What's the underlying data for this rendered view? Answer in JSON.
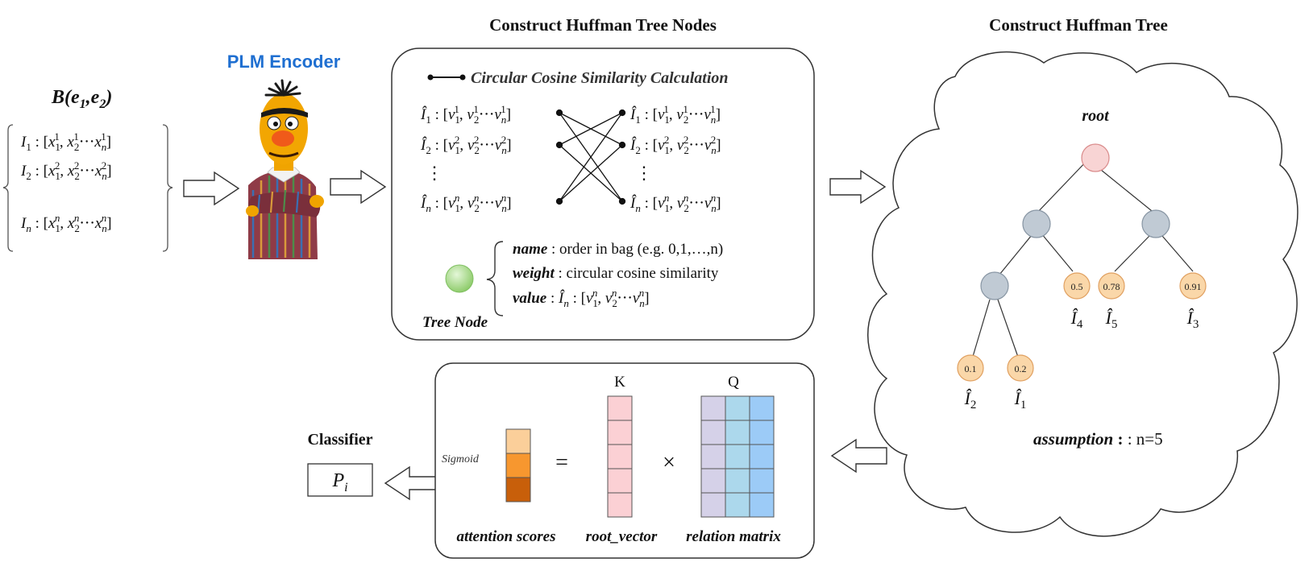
{
  "headings": {
    "nodes": "Construct Huffman Tree Nodes",
    "tree": "Construct Huffman Tree",
    "encoder": "PLM Encoder",
    "classifier": "Classifier"
  },
  "bag": {
    "title_base": "B(e",
    "title_sub1": "1",
    "title_mid": ",e",
    "title_sub2": "2",
    "title_end": ")",
    "rows": [
      {
        "name": "I",
        "idx": "1",
        "sep": " : [",
        "x": "x",
        "sup": "1",
        "tail": "⋅⋅⋅"
      },
      {
        "name": "I",
        "idx": "2",
        "sep": " : [",
        "x": "x",
        "sup": "2",
        "tail": "⋅⋅⋅"
      },
      {
        "name": "I",
        "idx": "n",
        "sep": " : [",
        "x": "x",
        "sup": "n",
        "tail": "⋅⋅⋅"
      }
    ]
  },
  "similarity": {
    "legend": "Circular Cosine Similarity Calculation",
    "left_rows": [
      {
        "idx": "1",
        "sup": "1"
      },
      {
        "idx": "2",
        "sup": "2"
      },
      {
        "idx": "n",
        "sup": "n"
      }
    ],
    "right_rows": [
      {
        "idx": "1",
        "sup": "1"
      },
      {
        "idx": "2",
        "sup": "2"
      },
      {
        "idx": "n",
        "sup": "n"
      }
    ],
    "vdots": "⋮"
  },
  "tree_node": {
    "caption": "Tree Node",
    "name_key": "name",
    "name_val": " : order in bag (e.g. 0,1,…,n)",
    "weight_key": "weight",
    "weight_val": " : circular cosine similarity",
    "value_key": "value",
    "value_idx": "n",
    "value_sup": "n"
  },
  "huffman": {
    "root": "root",
    "leaves": [
      {
        "value": "0.5",
        "idx": "4"
      },
      {
        "value": "0.78",
        "idx": "5"
      },
      {
        "value": "0.91",
        "idx": "3"
      },
      {
        "value": "0.1",
        "idx": "2"
      },
      {
        "value": "0.2",
        "idx": "1"
      }
    ],
    "assumption_key": "assumption",
    "assumption_val": " : n=5"
  },
  "attention": {
    "k_label": "K",
    "q_label": "Q",
    "equals": "=",
    "times": "×",
    "sigmoid": "Sigmoid",
    "captions": [
      "attention scores",
      "root_vector",
      "relation matrix"
    ]
  },
  "classifier": {
    "output": "P",
    "output_sub": "i"
  },
  "colors": {
    "encoder_blue": "#1f6fd1",
    "leaf_fill": "#fad7a9",
    "leaf_stroke": "#e0a060",
    "inner_fill": "#c0cad4",
    "root_fill": "#f8d4d4",
    "green_node": "#a8dc8a",
    "attn": [
      "#fbcf9a",
      "#f7972f",
      "#c85f0a"
    ],
    "root_vector": "#fbd0d4",
    "matrix": [
      "#d5d1e8",
      "#acd8ec",
      "#9ccbf7"
    ]
  }
}
